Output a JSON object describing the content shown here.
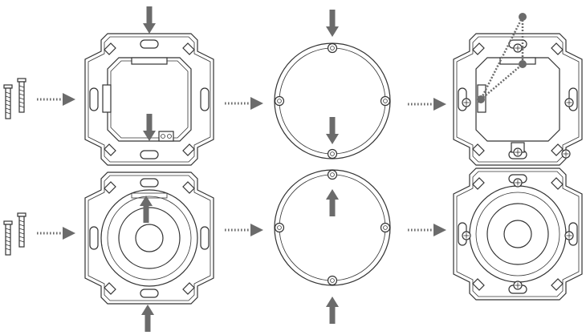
{
  "title": "",
  "steps": [
    {
      "row": "top",
      "items": [
        "screws",
        "mounting-frame",
        "mounting-ring",
        "assembled-frame"
      ]
    },
    {
      "row": "bottom",
      "items": [
        "screws",
        "mounting-frame-with-insert",
        "mounting-ring",
        "assembled-frame-with-insert"
      ]
    }
  ],
  "colors": {
    "line": "#333333",
    "arrow": "#6b6b6b",
    "background": "#ffffff"
  },
  "icons": [
    "arrow-down-icon",
    "arrow-up-icon",
    "arrow-right-icon",
    "screw-icon"
  ]
}
